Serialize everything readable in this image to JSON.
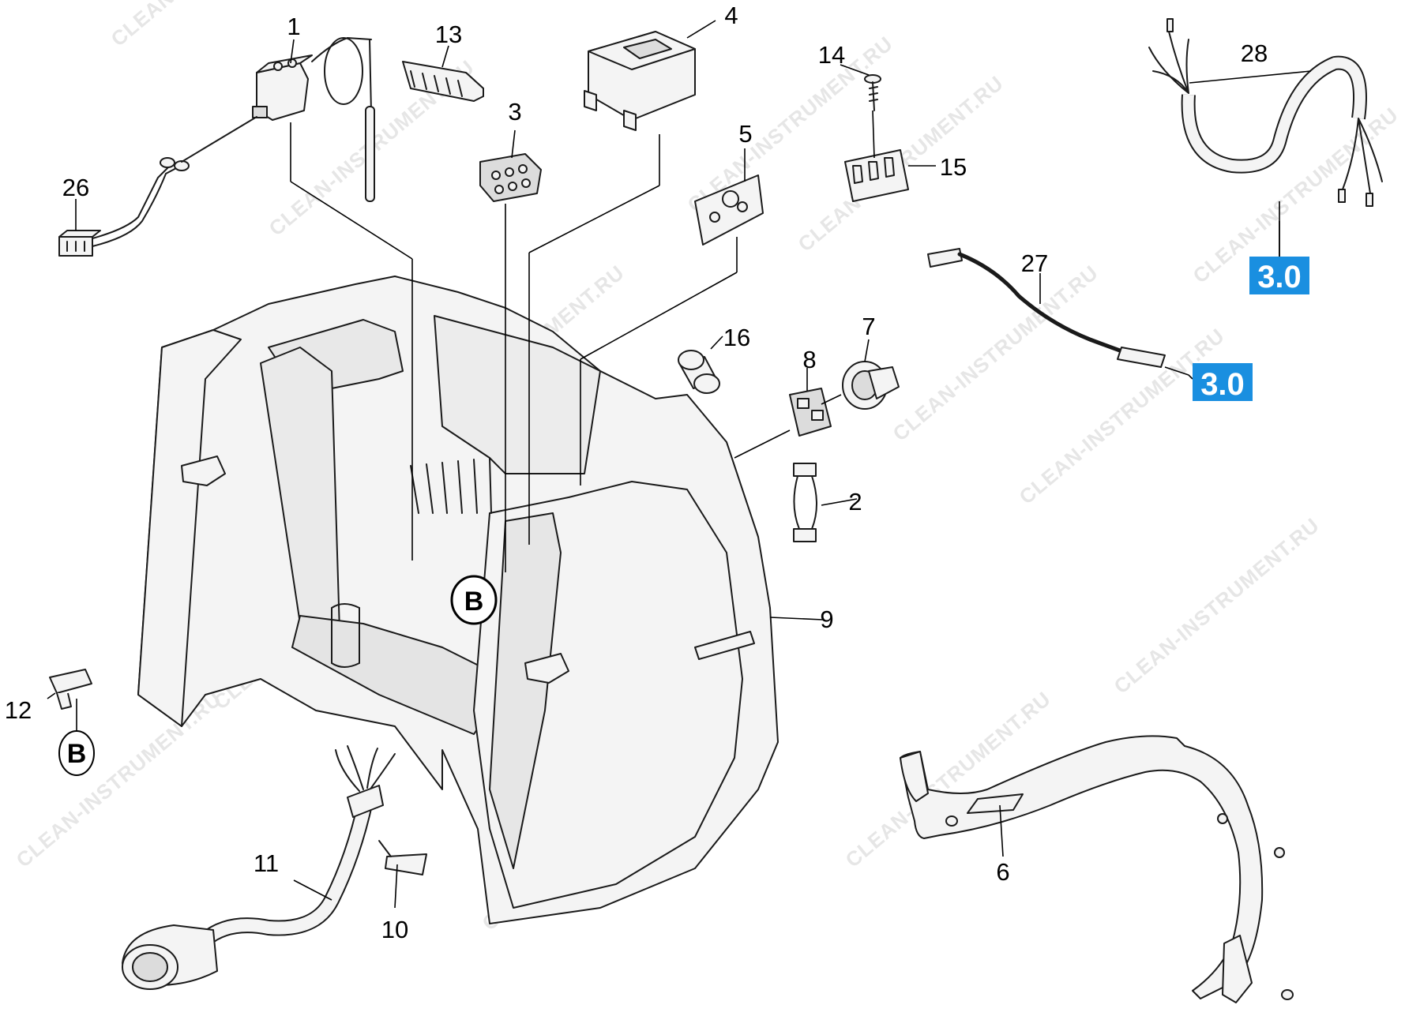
{
  "watermark": "CLEAN-INSTRUMENT.RU",
  "labels": {
    "p1": "1",
    "p2": "2",
    "p3": "3",
    "p4": "4",
    "p5": "5",
    "p6": "6",
    "p7": "7",
    "p8": "8",
    "p9": "9",
    "p10": "10",
    "p11": "11",
    "p12": "12",
    "p13": "13",
    "p14": "14",
    "p15": "15",
    "p16": "16",
    "p26": "26",
    "p27": "27",
    "p28": "28"
  },
  "references": {
    "ref_28": "3.0",
    "ref_27": "3.0"
  },
  "badges": {
    "housing_marker": "B",
    "clip_marker": "B"
  },
  "colors": {
    "reference_box": "#1a8fe0",
    "line": "#000000",
    "watermark": "#e6e6e6"
  }
}
